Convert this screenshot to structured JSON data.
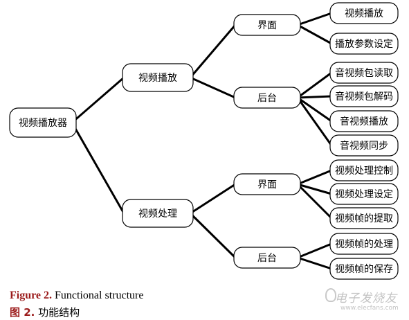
{
  "diagram": {
    "root": "视频播放器",
    "branches": [
      {
        "label": "视频播放",
        "children": [
          {
            "label": "界面",
            "leaves": [
              "视频播放",
              "播放参数设定"
            ]
          },
          {
            "label": "后台",
            "leaves": [
              "音视频包读取",
              "音视频包解码",
              "音视频播放",
              "音视频同步"
            ]
          }
        ]
      },
      {
        "label": "视频处理",
        "children": [
          {
            "label": "界面",
            "leaves": [
              "视频处理控制",
              "视频处理设定",
              "视频帧的提取"
            ]
          },
          {
            "label": "后台",
            "leaves": [
              "视频帧的处理",
              "视频帧的保存"
            ]
          }
        ]
      }
    ]
  },
  "caption": {
    "en_label": "Figure 2.",
    "en_text": " Functional structure",
    "zh_label": "图 2.",
    "zh_text": "  功能结构"
  },
  "watermark": {
    "text": "电子发烧友",
    "url": "www.elecfans.com"
  }
}
